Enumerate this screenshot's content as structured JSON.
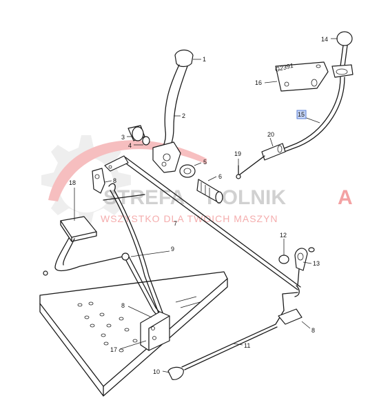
{
  "watermark": {
    "brand_part1": "STREFA",
    "brand_part2": "ROLNIK",
    "brand_part3": "A",
    "tagline": "WSZYSTKO DLA TWOICH MASZYN",
    "color_red": "#e8484a",
    "color_gray": "#8a8a8a"
  },
  "plate_code": "G2391",
  "callouts": {
    "c1": "1",
    "c2": "2",
    "c3": "3",
    "c4": "4",
    "c5": "5",
    "c6": "6",
    "c7": "7",
    "c8a": "8",
    "c8b": "8",
    "c8c": "8",
    "c9": "9",
    "c10": "10",
    "c11": "11",
    "c12": "12",
    "c13": "13",
    "c14": "14",
    "c15": "15",
    "c16": "16",
    "c17": "17",
    "c18": "18",
    "c19": "19",
    "c20": "20"
  },
  "highlight_color": "#5a7fd6"
}
